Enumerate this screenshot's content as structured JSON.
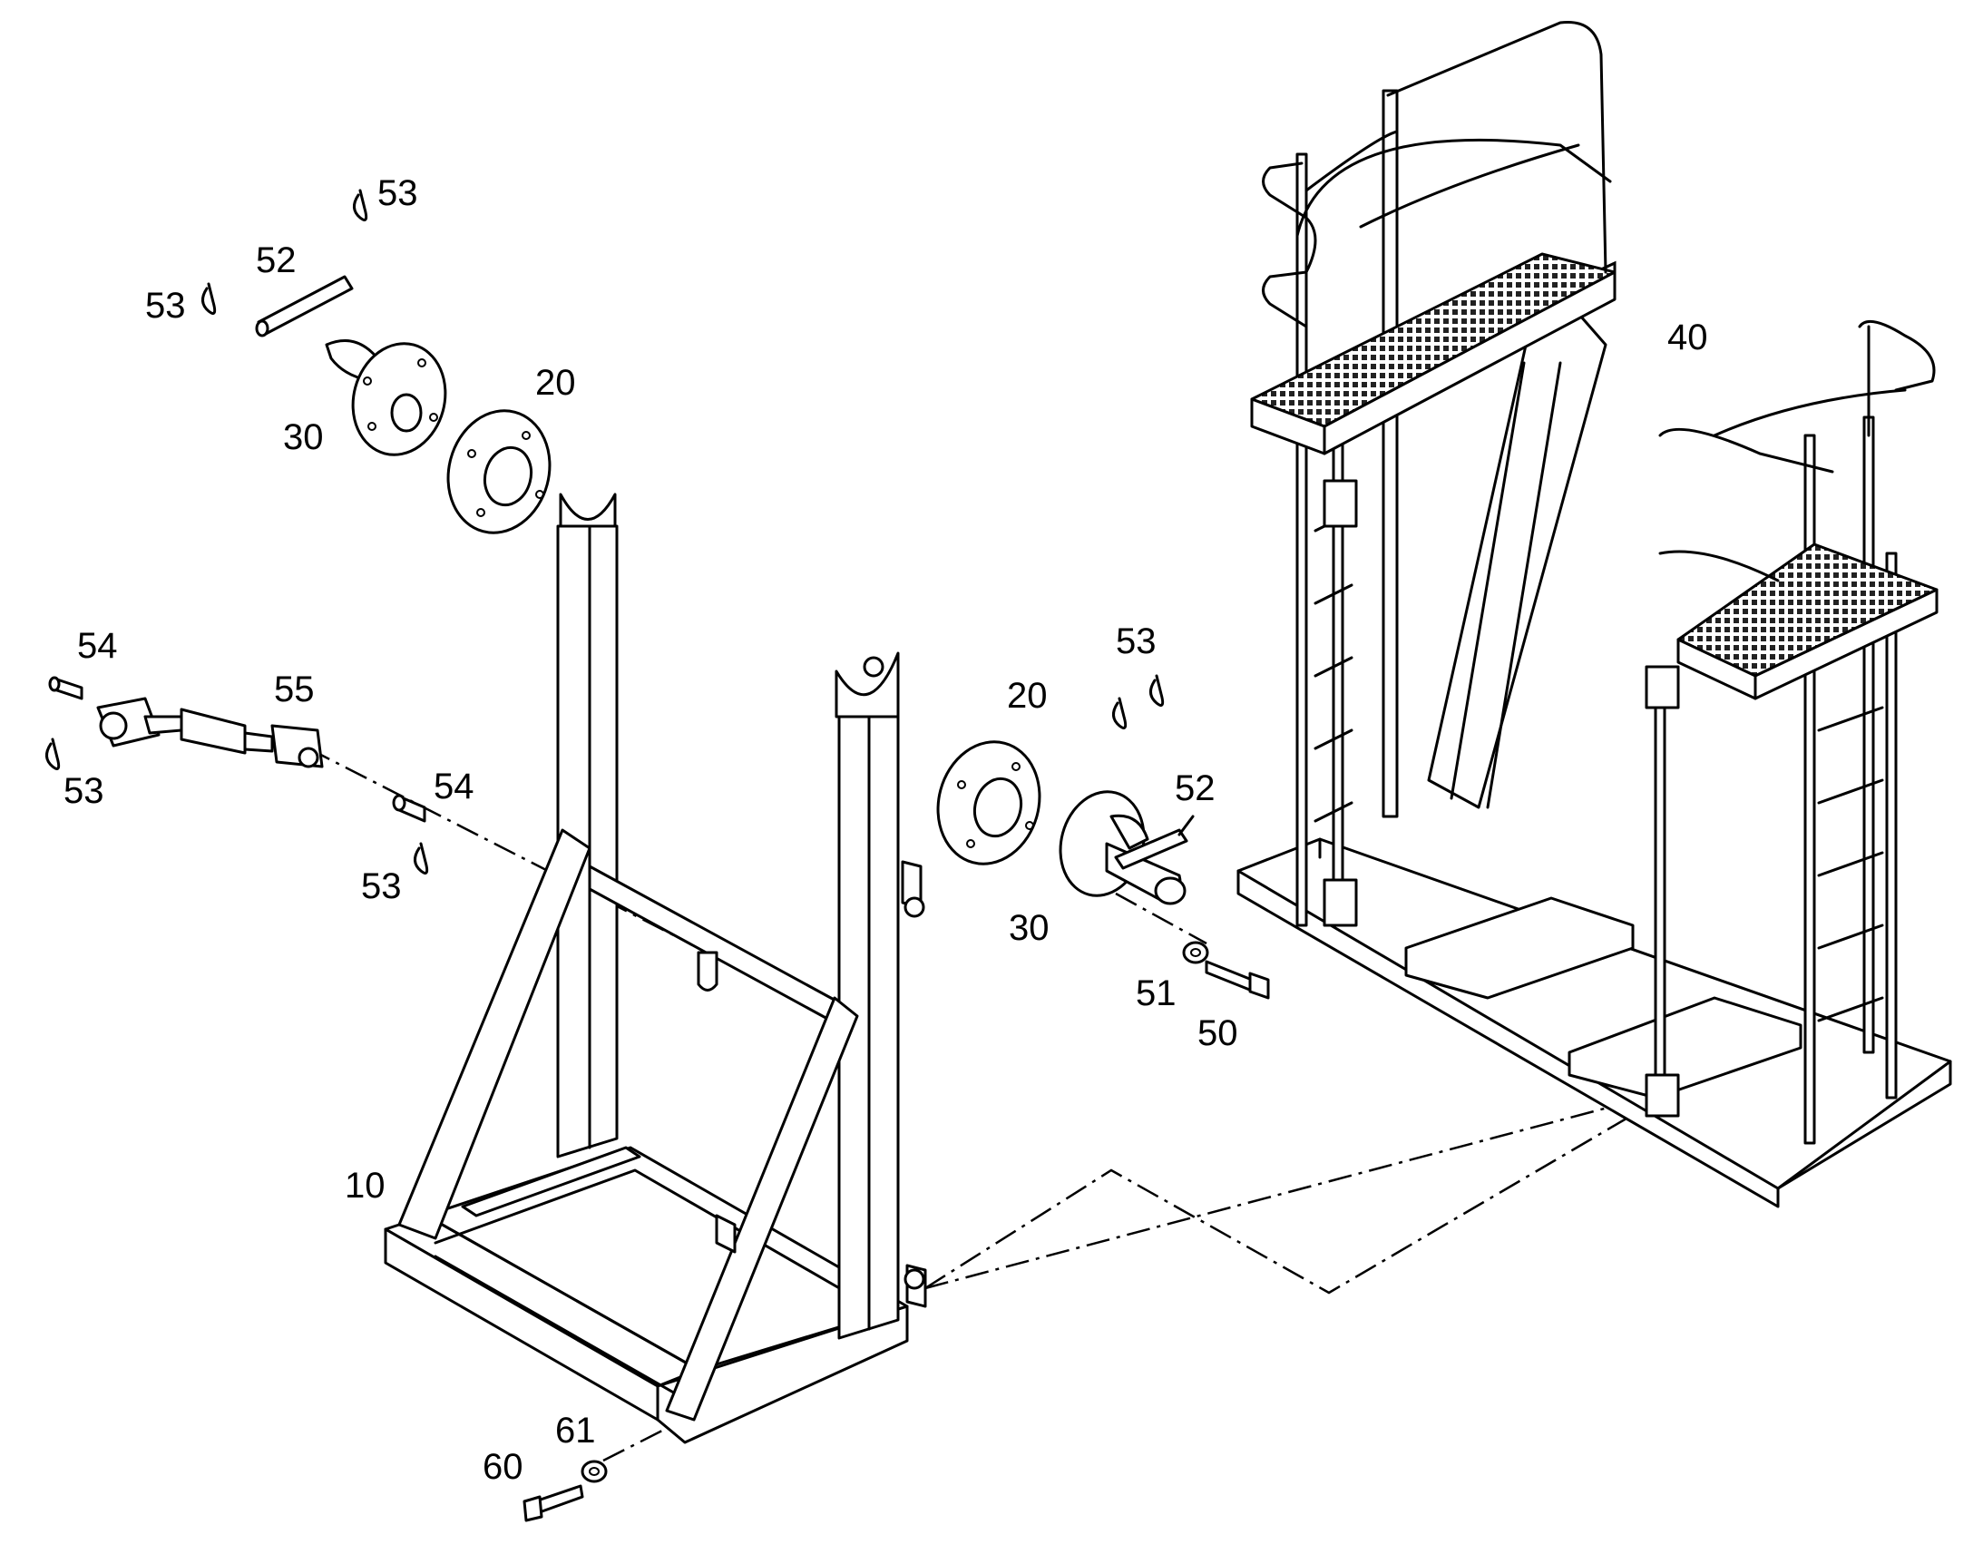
{
  "callouts": {
    "frame": "10",
    "spacer_left": "20",
    "spacer_right": "20",
    "flange_left": "30",
    "flange_right": "30",
    "platform": "40",
    "bolt_right": "50",
    "washer_right": "51",
    "pin_top": "52",
    "pin_right": "52",
    "clip_top_a": "53",
    "clip_top_b": "53",
    "clip_left": "53",
    "clip_mid": "53",
    "clip_right": "53",
    "stud_left": "54",
    "stud_mid": "54",
    "turnbuckle": "55",
    "bolt_bottom": "60",
    "washer_bottom": "61"
  }
}
